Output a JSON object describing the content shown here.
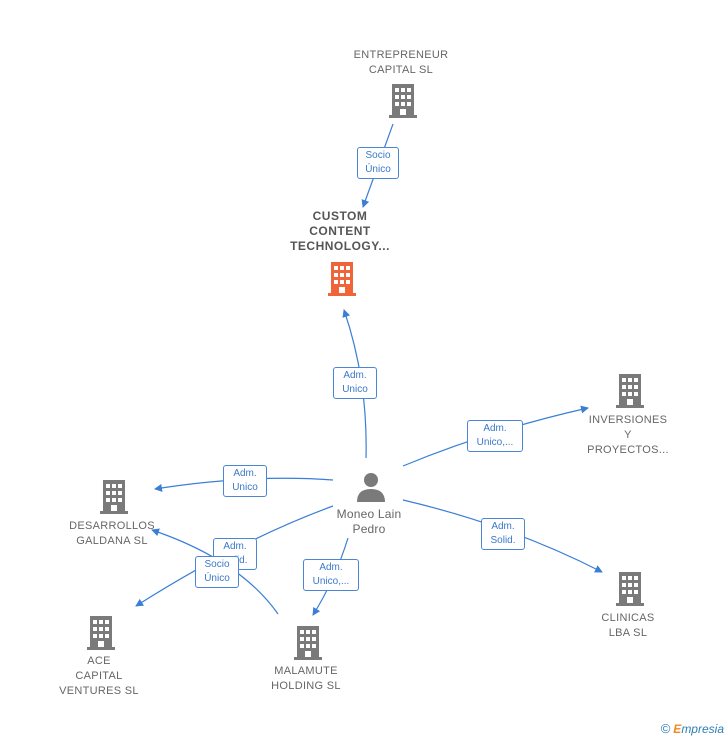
{
  "nodes": {
    "entrepreneur": {
      "lines": [
        "ENTREPRENEUR",
        "CAPITAL SL"
      ]
    },
    "custom": {
      "lines": [
        "CUSTOM",
        "CONTENT",
        "TECHNOLOGY..."
      ]
    },
    "inversiones": {
      "lines": [
        "INVERSIONES",
        "Y",
        "PROYECTOS..."
      ]
    },
    "person": {
      "lines": [
        "Moneo Lain",
        "Pedro"
      ]
    },
    "desarrollos": {
      "lines": [
        "DESARROLLOS",
        "GALDANA  SL"
      ]
    },
    "clinicas": {
      "lines": [
        "CLINICAS",
        "LBA  SL"
      ]
    },
    "ace": {
      "lines": [
        "ACE",
        "CAPITAL",
        "VENTURES SL"
      ]
    },
    "malamute": {
      "lines": [
        "MALAMUTE",
        "HOLDING  SL"
      ]
    }
  },
  "edges": {
    "socio_unico_top": [
      "Socio",
      "Único"
    ],
    "adm_unico_custom": [
      "Adm.",
      "Unico"
    ],
    "adm_unico_inversiones": [
      "Adm.",
      "Unico,..."
    ],
    "adm_unico_desarrollos": [
      "Adm.",
      "Unico"
    ],
    "adm_solid_clinicas": [
      "Adm.",
      "Solid."
    ],
    "adm_unico_malamute": [
      "Adm.",
      "Unico,..."
    ],
    "adm_solid_ace": [
      "Adm.",
      "Solid."
    ],
    "socio_unico_ace": [
      "Socio",
      "Único"
    ]
  },
  "colors": {
    "edge": "#3a7fd5",
    "building": "#7a7a7a",
    "building_main": "#f0643a",
    "person": "#7a7a7a"
  },
  "brand": {
    "symbol": "©",
    "first": "E",
    "rest": "mpresia"
  }
}
